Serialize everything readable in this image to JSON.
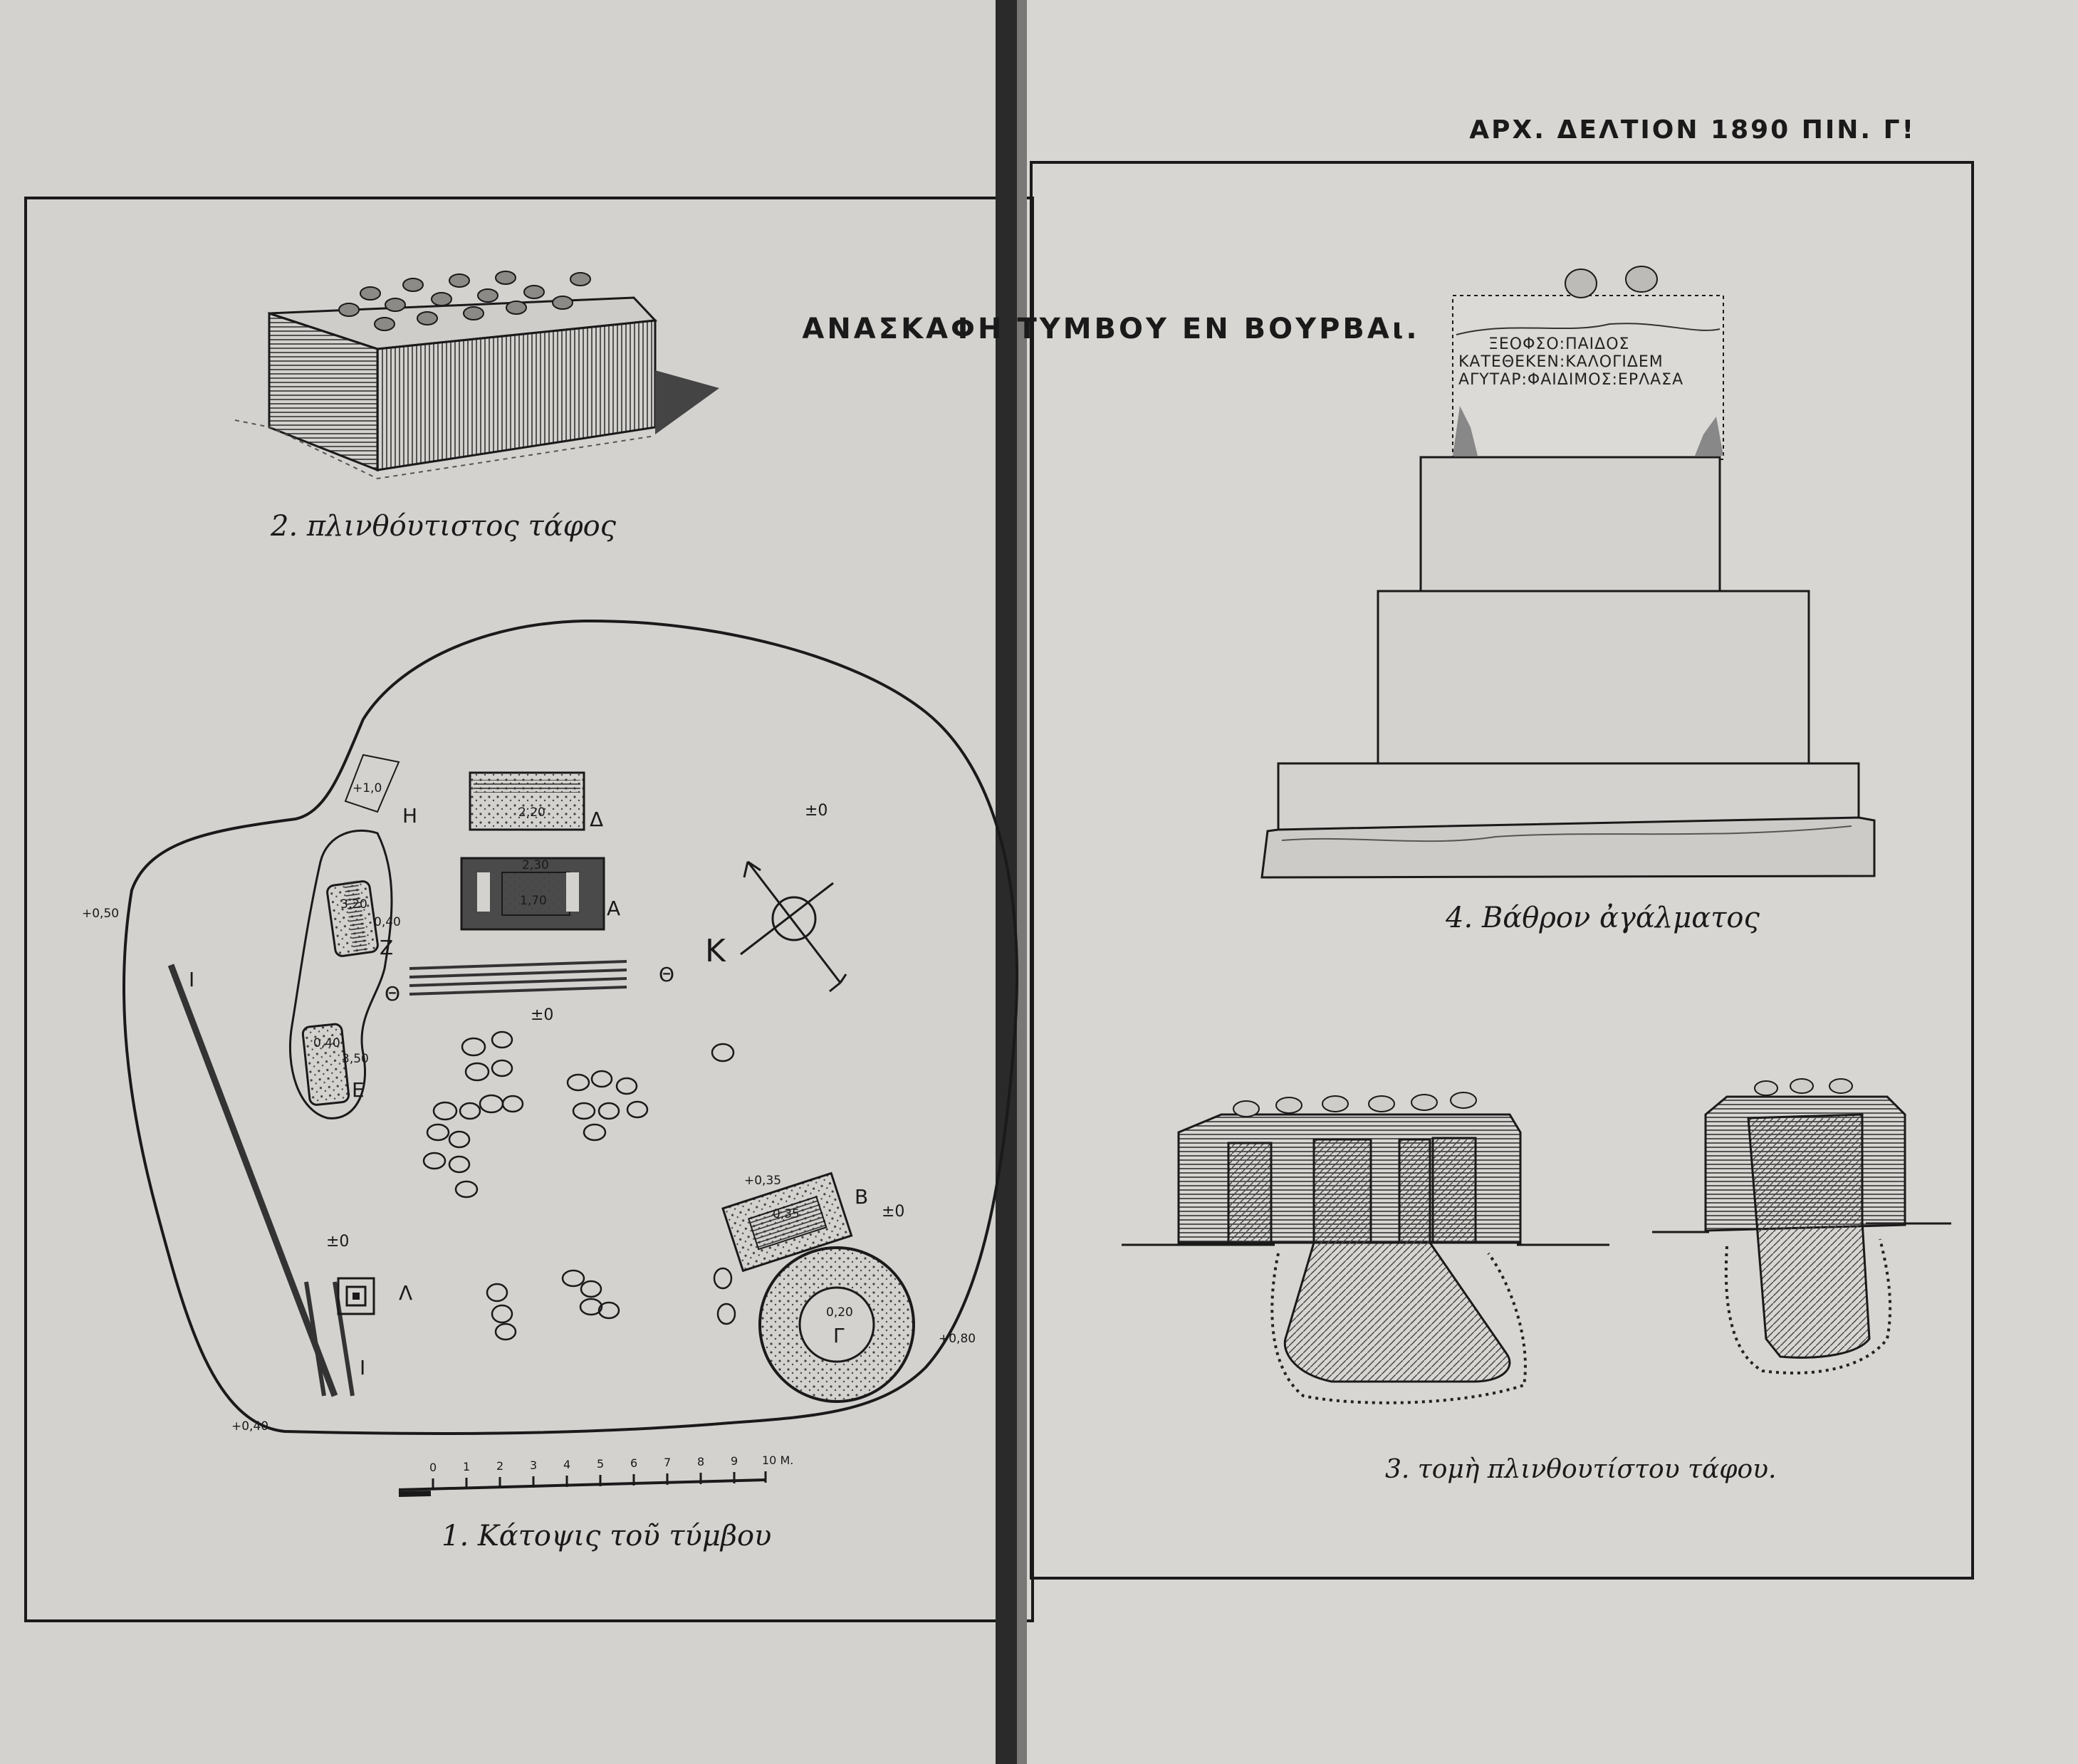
{
  "header": {
    "journal": "ΑΡΧ. ΔΕΛΤΙΟΝ 1890 ΠΙΝ. Γ!",
    "title": "ΑΝΑΣΚΑΦΗ ΤΥΜΒΟΥ ΕΝ ΒΟΥΡΒΑι."
  },
  "figures": {
    "fig1_caption": "1. Κάτοψις τοῦ τύμβου",
    "fig2_caption": "2. πλινθόυτιστος τάφος",
    "fig3_caption": "3. τομὴ πλινθουτίστου τάφου.",
    "fig4_caption": "4. Βάθρον ἀγάλματος"
  },
  "plan": {
    "letters": {
      "H": "Η",
      "Delta": "Δ",
      "A": "Α",
      "Z": "Ζ",
      "E": "Ε",
      "Theta_left": "Θ",
      "Theta_right": "Θ",
      "K": "Κ",
      "I_left": "Ι",
      "I_bottom": "Ι",
      "B": "Β",
      "Gamma": "Γ",
      "Lambda": "Λ"
    },
    "elevations": {
      "plus_1_0": "+1,0",
      "d_2_20": "2,20",
      "pm0_right": "±0",
      "plus_0_50": "+0,50",
      "a_2_30": "2,30",
      "a_1_70": "1,70",
      "z_3_20": "3,20",
      "z_0_40": "0,40",
      "pm0_center": "±0",
      "e_0_40": "0,40",
      "e_3_50": "3,50",
      "plus_0_35": "+0,35",
      "b_0_35": "0,35",
      "b_pm0": "±0",
      "pm0_left": "±0",
      "g_0_20": "0,20",
      "plus_0_80": "+0,80",
      "plus_0_40": "+0,40"
    },
    "scale": {
      "ticks": [
        "0",
        "1",
        "2",
        "3",
        "4",
        "5",
        "6",
        "7",
        "8",
        "9"
      ],
      "end": "10 M."
    }
  },
  "inscription": {
    "line1": "ΞΕΟΦΣΟ:ΠΑΙΔΟΣ",
    "line2": "ΚΑΤΕΘΕΚΕΝ:ΚΑΛΟΓΙΔΕΜ",
    "line3": "ΑΓΥΤΑΡ:ΦΑΙΔΙΜΟΣ:ΕΡΛΑΣΑ"
  },
  "colors": {
    "paper": "#d8d6d2",
    "ink": "#1a1a1a",
    "hatch": "#6a6a6a"
  }
}
